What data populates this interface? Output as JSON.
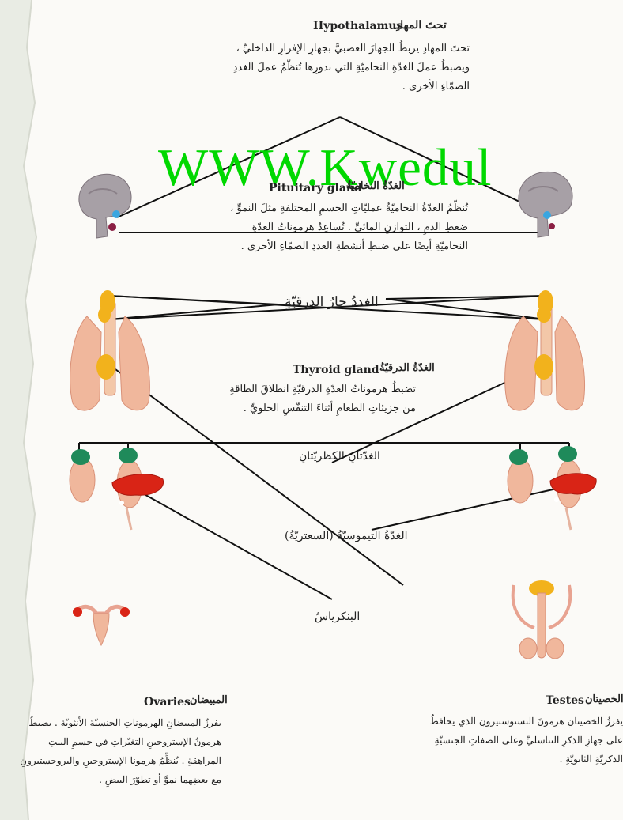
{
  "watermark": "WWW.Kwedul",
  "hypothalamus": {
    "title_en": "Hypothalamus",
    "title_ar": "تحتَ المهادِ",
    "lines": [
      "تحتَ المهادِ يربطُ الجهازَ العصبيَّ بجهازِ الإفرازِ الداخليِّ ،",
      "ويضبطُ عملَ الغدّةِ النخاميّةِ التي بدورِها تُنظّمُ عملَ الغددِ",
      "الصمّاءِ الأخرى ."
    ]
  },
  "pituitary": {
    "title_en": "Pituitary gland",
    "title_ar": "الغدّةُ النخاميّةُ",
    "lines": [
      "تُنظّمُ الغدّةُ النخاميّةُ عمليّاتِ الجسمِ المختلفةِ مثلَ النموِّ ،",
      "ضغطِ الدمِ ، التوازنِ المائيِّ . تُساعِدُ هرموناتُ الغدّةِ",
      "النخاميّةِ أيضًا على ضبطِ أنشطةِ الغددِ الصمّاءِ الأخرى ."
    ]
  },
  "parathyroid_label": "الغددُ جارُ الدرقيّةِ",
  "thyroid": {
    "title_en": "Thyroid gland",
    "title_ar": "الغدّةُ الدرقيّةُ",
    "lines": [
      "تضبطُ هرموناتُ الغدّةِ الدرقيّةِ انطلاقَ الطاقةِ",
      "من جزيئاتِ الطعامِ أثناءَ التنفّسِ الخلويِّ ."
    ]
  },
  "adrenal_label": "الغدّتانِ الكظريّتانِ",
  "thymus_label": "الغدّةُ التيموسيّةُ (السعتريّةُ)",
  "pancreas_label": "البنكرياسُ",
  "ovaries": {
    "title_en": "Ovaries",
    "title_ar": "المبيضان",
    "lines": [
      "يفرزُ المبيضانِ الهرموناتِ الجنسيّةَ الأنثويّةَ . يضبطُ",
      "هرمونُ الإستروجينِ التغيّراتِ في جسمِ البنتِ",
      "المراهقةِ . يُنظِّمُ هرمونا الإستروجينِ والبروجستيرونِ",
      "مع بعضِهما نموَّ أو تطوّرَ البيضِ ."
    ]
  },
  "testes": {
    "title_en": "Testes",
    "title_ar": "الخصيتان",
    "lines": [
      "يفرزُ الخصيتانِ هرمونَ التستوستيرونِ الذي يحافظُ",
      "على جهازِ الذكرِ التناسليِّ وعلى الصفاتِ الجنسيّةِ",
      "الذكريّةِ الثانويّةِ ."
    ]
  },
  "colors": {
    "watermark": "#00d800",
    "thyroid": "#f2b21c",
    "adrenal": "#1f8a5a",
    "pancreas": "#d92416",
    "lung": "#f0b79c"
  }
}
